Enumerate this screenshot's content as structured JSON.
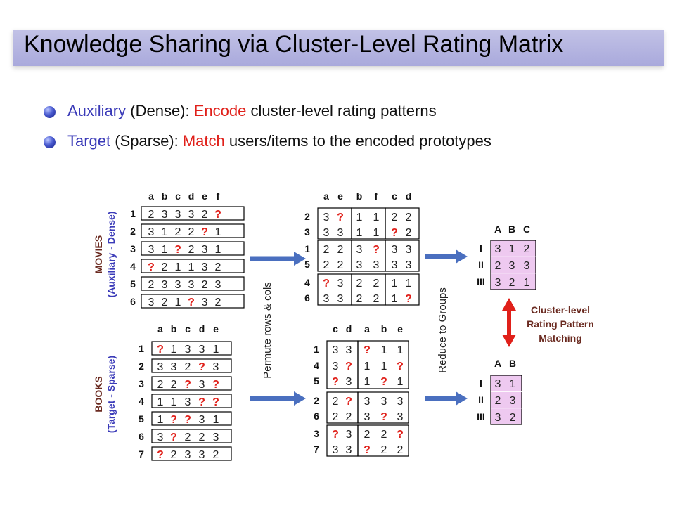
{
  "title": "Knowledge Sharing via Cluster-Level Rating Matrix",
  "bullets": [
    {
      "p1": "Auxiliary",
      "p2": " (Dense): ",
      "p3": "Encode",
      "p4": " cluster-level rating patterns"
    },
    {
      "p1": "Target",
      "p2": " (Sparse): ",
      "p3": "Match",
      "p4": " users/items to the encoded prototypes"
    }
  ],
  "labels": {
    "movies_line1": "MOVIES",
    "movies_line2": "(Auxiliary - Dense)",
    "books_line1": "BOOKS",
    "books_line2": "(Target - Sparse)",
    "permute": "Permute rows & cols",
    "reduce": "Reduce to Groups",
    "match_line1": "Cluster-level",
    "match_line2": "Rating Pattern",
    "match_line3": "Matching"
  },
  "movies": {
    "cols": [
      "a",
      "b",
      "c",
      "d",
      "e",
      "f"
    ],
    "rows": [
      "1",
      "2",
      "3",
      "4",
      "5",
      "6"
    ],
    "cells": [
      [
        "2",
        "3",
        "3",
        "3",
        "2",
        "?"
      ],
      [
        "3",
        "1",
        "2",
        "2",
        "?",
        "1"
      ],
      [
        "3",
        "1",
        "?",
        "2",
        "3",
        "1"
      ],
      [
        "?",
        "2",
        "1",
        "1",
        "3",
        "2"
      ],
      [
        "2",
        "3",
        "3",
        "3",
        "2",
        "3"
      ],
      [
        "3",
        "2",
        "1",
        "?",
        "3",
        "2"
      ]
    ]
  },
  "movies_perm": {
    "cols": [
      "a",
      "e",
      "b",
      "f",
      "c",
      "d"
    ],
    "rows": [
      "2",
      "3",
      "1",
      "5",
      "4",
      "6"
    ],
    "cells": [
      [
        "3",
        "?",
        "1",
        "1",
        "2",
        "2"
      ],
      [
        "3",
        "3",
        "1",
        "1",
        "?",
        "2"
      ],
      [
        "2",
        "2",
        "3",
        "?",
        "3",
        "3"
      ],
      [
        "2",
        "2",
        "3",
        "3",
        "3",
        "3"
      ],
      [
        "?",
        "3",
        "2",
        "2",
        "1",
        "1"
      ],
      [
        "3",
        "3",
        "2",
        "2",
        "1",
        "?"
      ]
    ]
  },
  "movies_groups": {
    "cols": [
      "A",
      "B",
      "C"
    ],
    "rows": [
      "I",
      "II",
      "III"
    ],
    "cells": [
      [
        "3",
        "1",
        "2"
      ],
      [
        "2",
        "3",
        "3"
      ],
      [
        "3",
        "2",
        "1"
      ]
    ]
  },
  "books": {
    "cols": [
      "a",
      "b",
      "c",
      "d",
      "e"
    ],
    "rows": [
      "1",
      "2",
      "3",
      "4",
      "5",
      "6",
      "7"
    ],
    "cells": [
      [
        "?",
        "1",
        "3",
        "3",
        "1"
      ],
      [
        "3",
        "3",
        "2",
        "?",
        "3"
      ],
      [
        "2",
        "2",
        "?",
        "3",
        "?"
      ],
      [
        "1",
        "1",
        "3",
        "?",
        "?"
      ],
      [
        "1",
        "?",
        "?",
        "3",
        "1"
      ],
      [
        "3",
        "?",
        "2",
        "2",
        "3"
      ],
      [
        "?",
        "2",
        "3",
        "3",
        "2"
      ]
    ]
  },
  "books_perm": {
    "cols": [
      "c",
      "d",
      "a",
      "b",
      "e"
    ],
    "rows": [
      "1",
      "4",
      "5",
      "2",
      "6",
      "3",
      "7"
    ],
    "cells": [
      [
        "3",
        "3",
        "?",
        "1",
        "1"
      ],
      [
        "3",
        "?",
        "1",
        "1",
        "?"
      ],
      [
        "?",
        "3",
        "1",
        "?",
        "1"
      ],
      [
        "2",
        "?",
        "3",
        "3",
        "3"
      ],
      [
        "2",
        "2",
        "3",
        "?",
        "3"
      ],
      [
        "?",
        "3",
        "2",
        "2",
        "?"
      ],
      [
        "3",
        "3",
        "?",
        "2",
        "2"
      ]
    ]
  },
  "books_groups": {
    "cols": [
      "A",
      "B"
    ],
    "rows": [
      "I",
      "II",
      "III"
    ],
    "cells": [
      [
        "3",
        "1"
      ],
      [
        "2",
        "3"
      ],
      [
        "3",
        "2"
      ]
    ]
  },
  "colors": {
    "title_band": "#b3b3e0",
    "question": "#e0201a",
    "arrow": "#4a6fbf",
    "match_arrow": "#e0201a",
    "group_fill": "#eec9f0",
    "serif_label": "#6a2a20"
  }
}
